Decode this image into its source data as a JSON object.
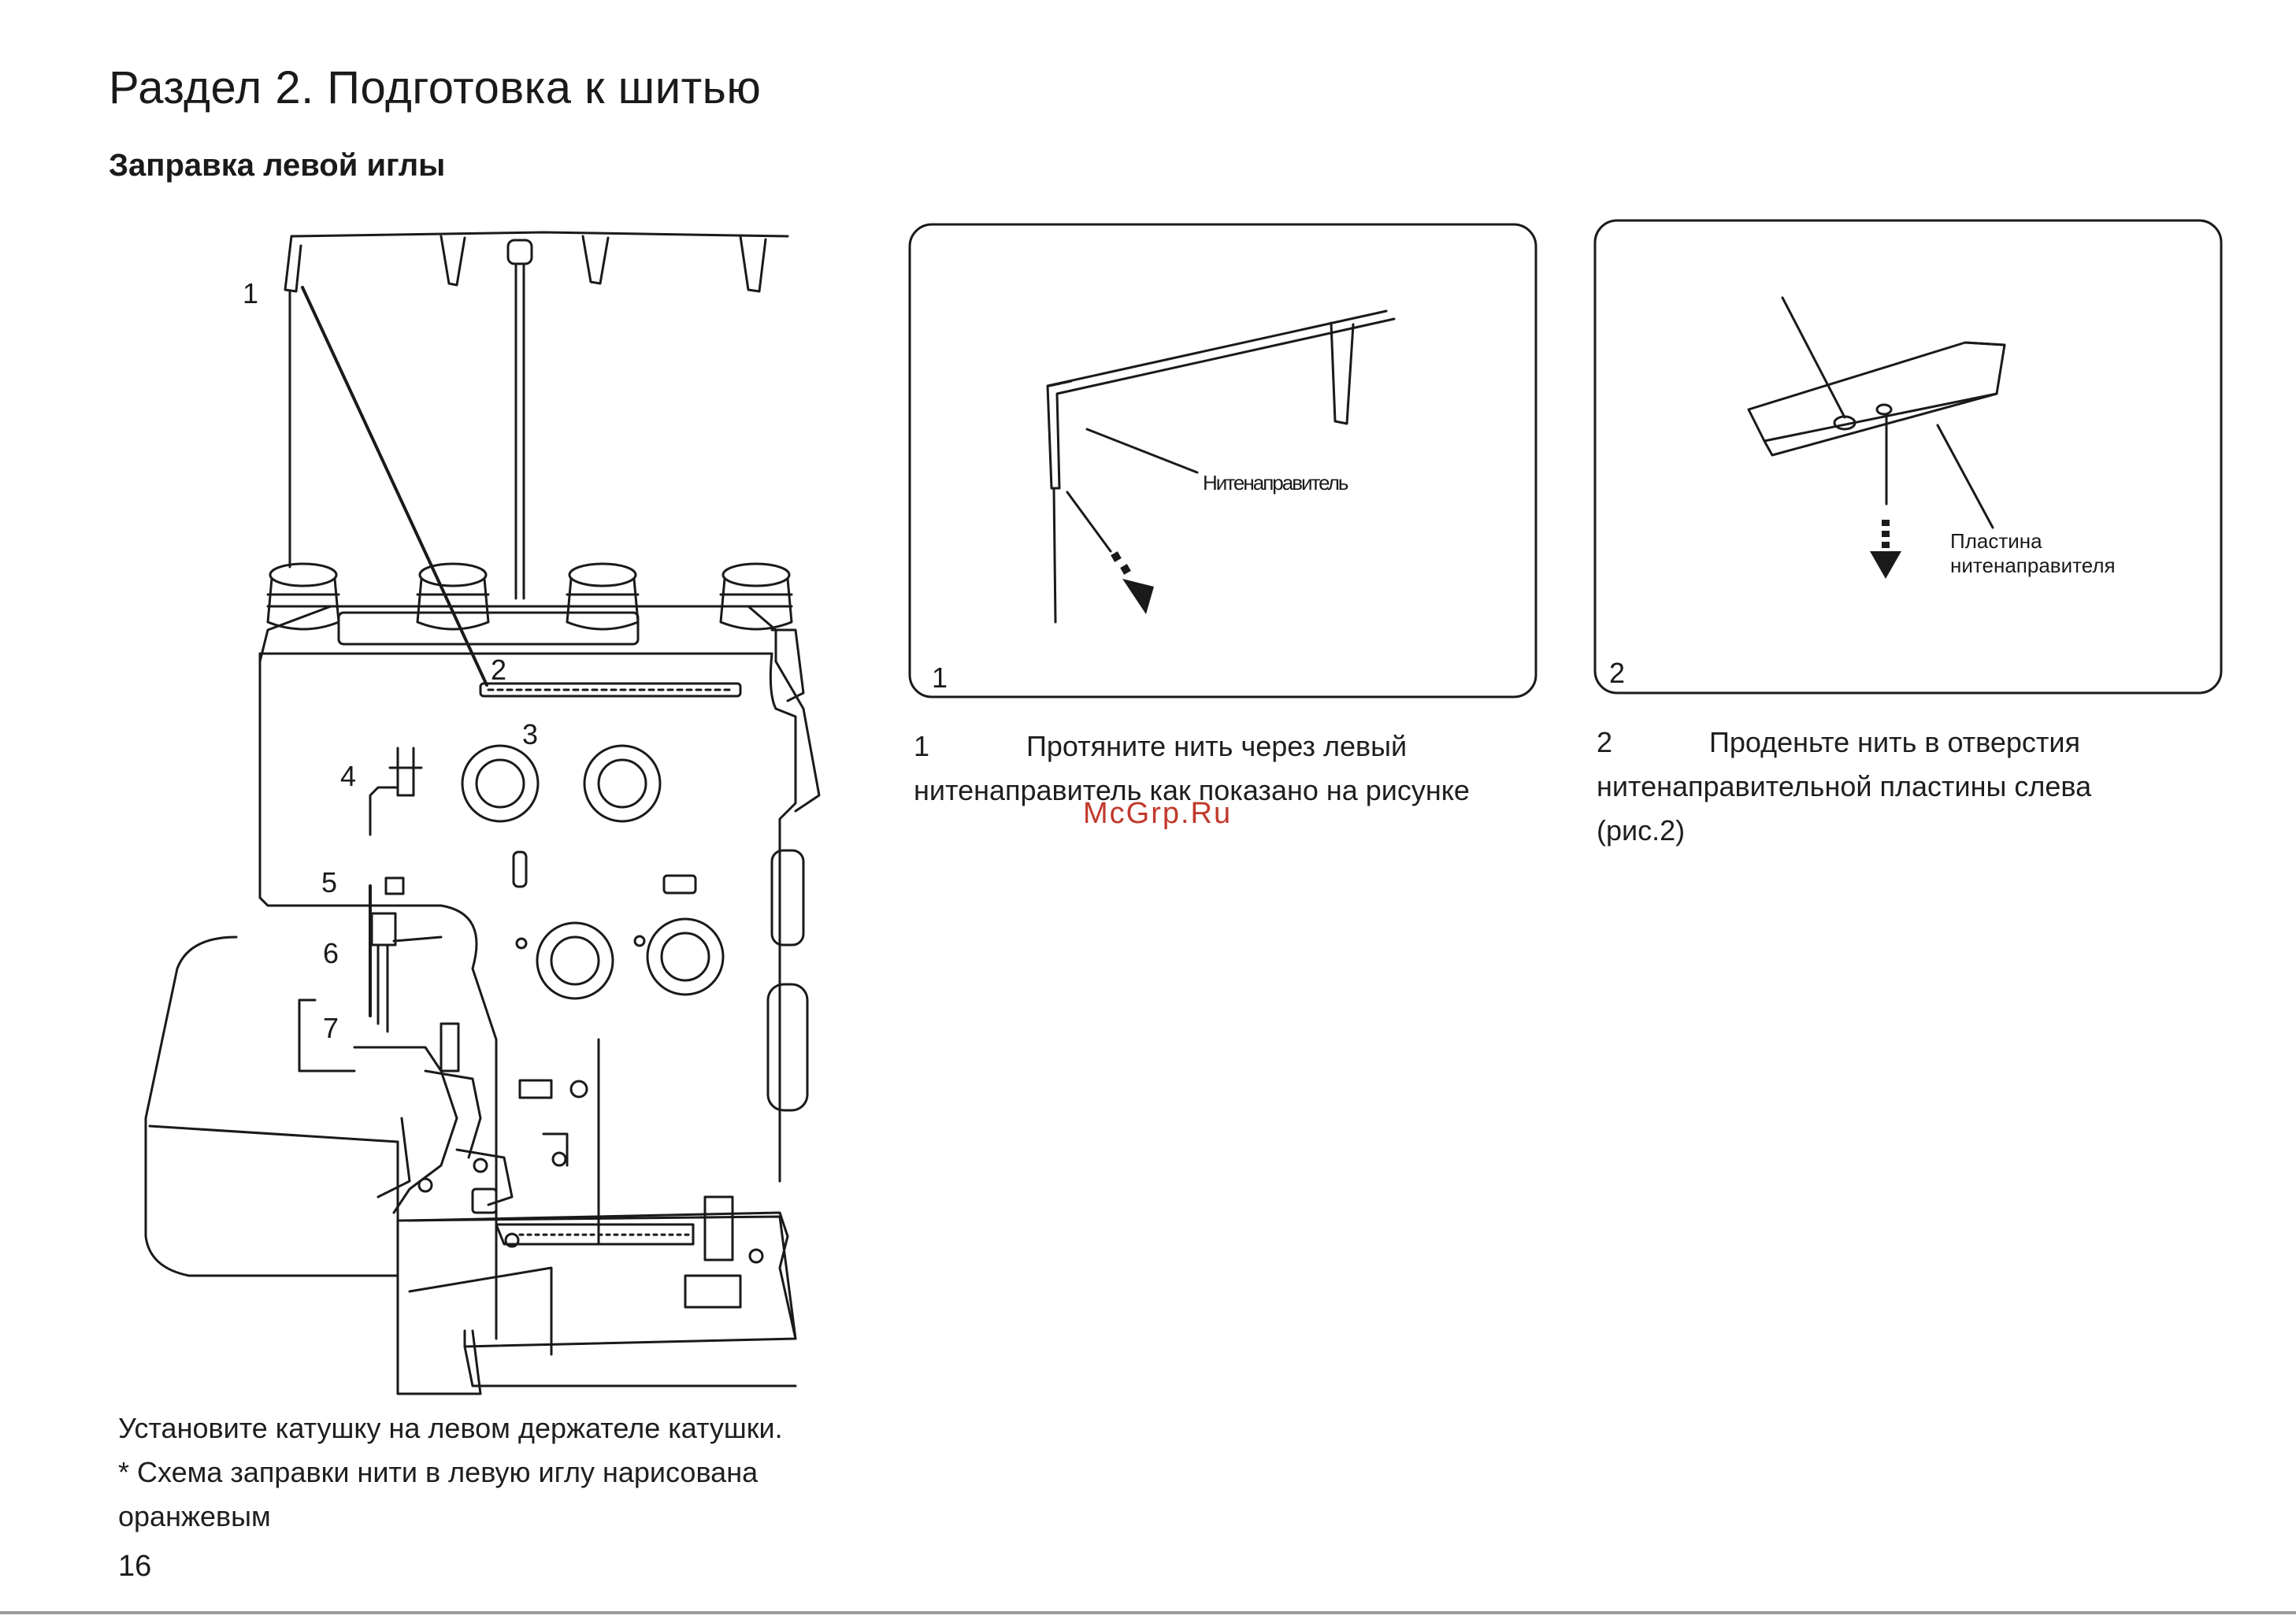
{
  "header": {
    "section_title": "Раздел 2. Подготовка к шитью",
    "subtitle": "Заправка левой иглы"
  },
  "machine_figure": {
    "callouts": [
      "1",
      "2",
      "3",
      "4",
      "5",
      "6",
      "7"
    ],
    "caption_line1": "Установите катушку на левом держателе катушки.",
    "caption_line2": "* Схема заправки нити в левую иглу нарисована",
    "caption_line3": "оранжевым"
  },
  "panel1": {
    "number": "1",
    "label": "Нитенаправитель",
    "caption_num": "1",
    "caption_line1": "Протяните нить через левый",
    "caption_line2": "нитенаправитель как показано на рисунке"
  },
  "panel2": {
    "number": "2",
    "label_line1": "Пластина",
    "label_line2": "нитенаправителя",
    "caption_num": "2",
    "caption_line1": "Проденьте нить в отверстия",
    "caption_line2": "нитенаправительной пластины слева",
    "caption_line3": "(рис.2)"
  },
  "watermark": "McGrp.Ru",
  "page_number": "16"
}
